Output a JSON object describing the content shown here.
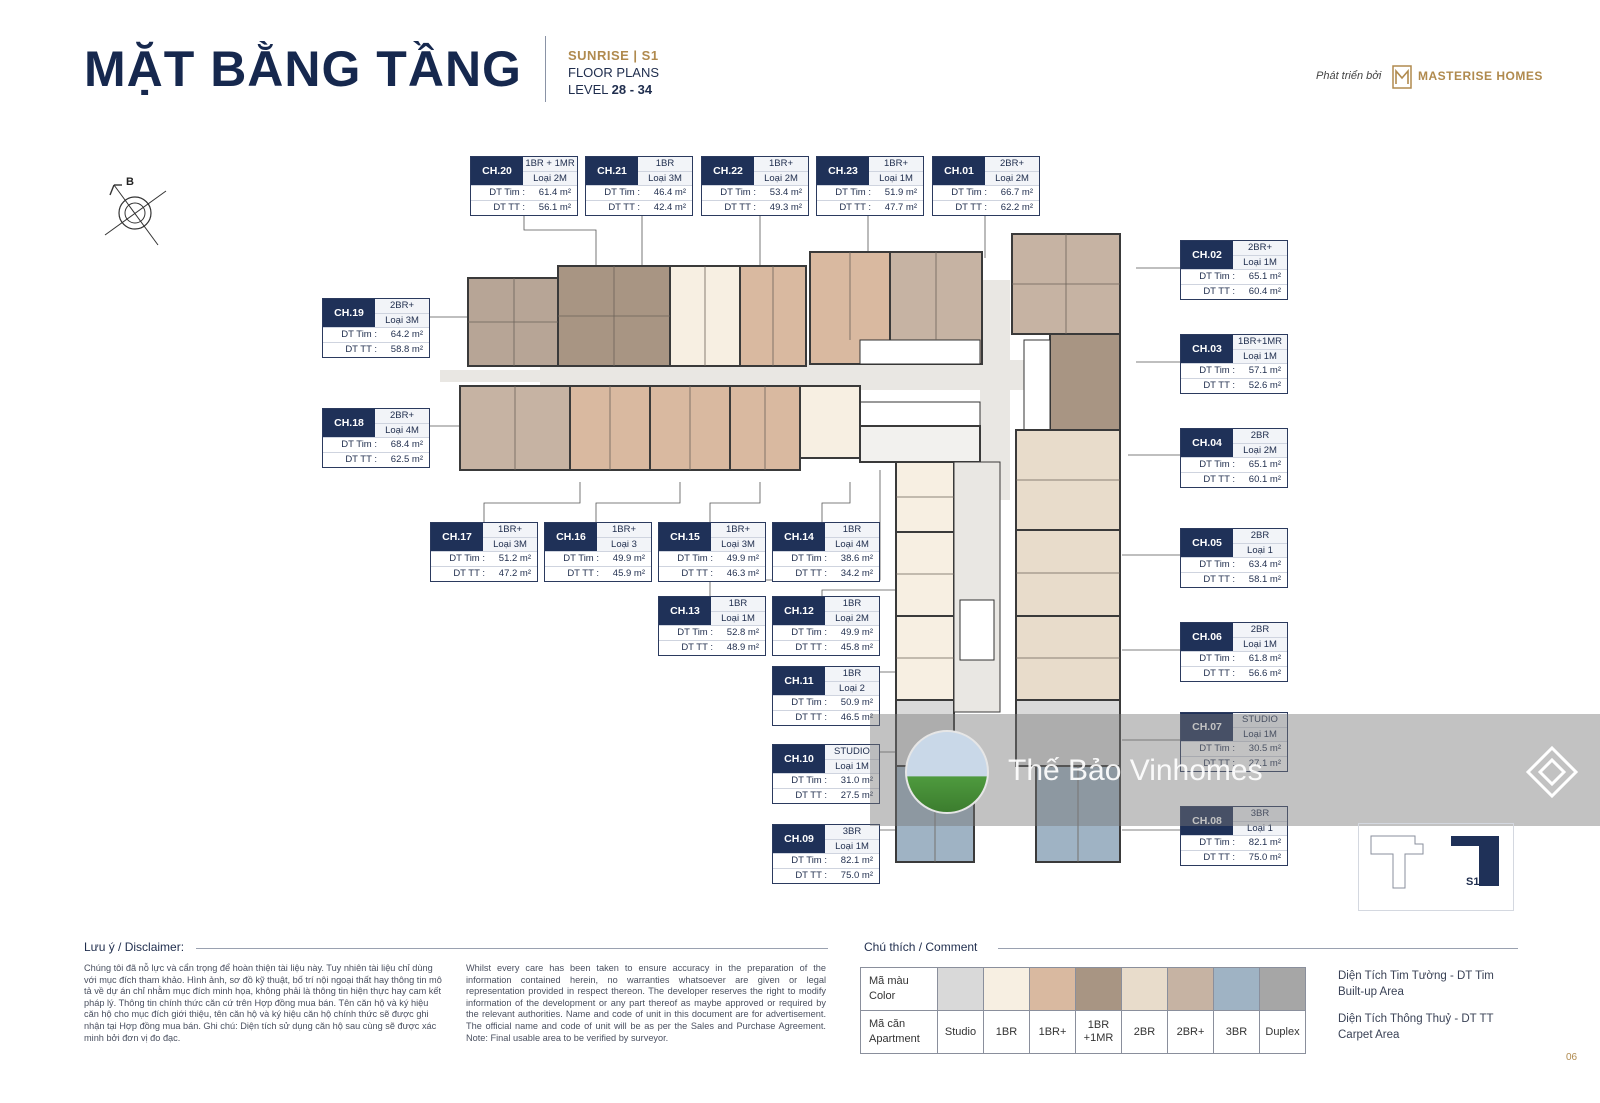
{
  "header": {
    "title": "MẶT BẰNG TẦNG",
    "subtitle1": "SUNRISE | S1",
    "subtitle2": "FLOOR PLANS",
    "level_prefix": "LEVEL",
    "level_range": "28 - 34",
    "developed_by": "Phát triển bởi",
    "developer": "MASTERISE HOMES"
  },
  "compass": {
    "north_label": "B"
  },
  "apartments": [
    {
      "code": "CH.20",
      "type": "1BR + 1MR",
      "variant": "Loại 2M",
      "builtup": "61.4 m²",
      "carpet": "56.1 m²"
    },
    {
      "code": "CH.21",
      "type": "1BR",
      "variant": "Loại 3M",
      "builtup": "46.4 m²",
      "carpet": "42.4 m²"
    },
    {
      "code": "CH.22",
      "type": "1BR+",
      "variant": "Loại 2M",
      "builtup": "53.4 m²",
      "carpet": "49.3 m²"
    },
    {
      "code": "CH.23",
      "type": "1BR+",
      "variant": "Loại 1M",
      "builtup": "51.9 m²",
      "carpet": "47.7 m²"
    },
    {
      "code": "CH.01",
      "type": "2BR+",
      "variant": "Loại 2M",
      "builtup": "66.7 m²",
      "carpet": "62.2 m²"
    },
    {
      "code": "CH.19",
      "type": "2BR+",
      "variant": "Loại 3M",
      "builtup": "64.2 m²",
      "carpet": "58.8 m²"
    },
    {
      "code": "CH.18",
      "type": "2BR+",
      "variant": "Loại 4M",
      "builtup": "68.4 m²",
      "carpet": "62.5 m²"
    },
    {
      "code": "CH.17",
      "type": "1BR+",
      "variant": "Loại 3M",
      "builtup": "51.2 m²",
      "carpet": "47.2 m²"
    },
    {
      "code": "CH.16",
      "type": "1BR+",
      "variant": "Loại 3",
      "builtup": "49.9 m²",
      "carpet": "45.9 m²"
    },
    {
      "code": "CH.15",
      "type": "1BR+",
      "variant": "Loại 3M",
      "builtup": "49.9 m²",
      "carpet": "46.3 m²"
    },
    {
      "code": "CH.14",
      "type": "1BR",
      "variant": "Loại 4M",
      "builtup": "38.6 m²",
      "carpet": "34.2 m²"
    },
    {
      "code": "CH.13",
      "type": "1BR",
      "variant": "Loại 1M",
      "builtup": "52.8 m²",
      "carpet": "48.9 m²"
    },
    {
      "code": "CH.12",
      "type": "1BR",
      "variant": "Loại 2M",
      "builtup": "49.9 m²",
      "carpet": "45.8 m²"
    },
    {
      "code": "CH.11",
      "type": "1BR",
      "variant": "Loại 2",
      "builtup": "50.9 m²",
      "carpet": "46.5 m²"
    },
    {
      "code": "CH.10",
      "type": "STUDIO",
      "variant": "Loại 1M",
      "builtup": "31.0 m²",
      "carpet": "27.5 m²"
    },
    {
      "code": "CH.09",
      "type": "3BR",
      "variant": "Loại 1M",
      "builtup": "82.1 m²",
      "carpet": "75.0 m²"
    },
    {
      "code": "CH.02",
      "type": "2BR+",
      "variant": "Loại 1M",
      "builtup": "65.1 m²",
      "carpet": "60.4 m²"
    },
    {
      "code": "CH.03",
      "type": "1BR+1MR",
      "variant": "Loại 1M",
      "builtup": "57.1 m²",
      "carpet": "52.6 m²"
    },
    {
      "code": "CH.04",
      "type": "2BR",
      "variant": "Loại 2M",
      "builtup": "65.1 m²",
      "carpet": "60.1 m²"
    },
    {
      "code": "CH.05",
      "type": "2BR",
      "variant": "Loại 1",
      "builtup": "63.4 m²",
      "carpet": "58.1 m²"
    },
    {
      "code": "CH.06",
      "type": "2BR",
      "variant": "Loại 1M",
      "builtup": "61.8 m²",
      "carpet": "56.6 m²"
    },
    {
      "code": "CH.07",
      "type": "STUDIO",
      "variant": "Loại 1M",
      "builtup": "30.5 m²",
      "carpet": "27.1 m²"
    },
    {
      "code": "CH.08",
      "type": "3BR",
      "variant": "Loại 1",
      "builtup": "82.1 m²",
      "carpet": "75.0 m²"
    }
  ],
  "tag_labels": {
    "builtup_key": "DT Tim :",
    "carpet_key": "DT TT :"
  },
  "watermark": {
    "text": "Thế Bảo Vinhomes"
  },
  "keyplan": {
    "label": "S1"
  },
  "disclaimer": {
    "title": "Lưu ý / Disclaimer:",
    "vi": "Chúng tôi đã nỗ lực và cẩn trọng để hoàn thiện tài liệu này. Tuy nhiên tài liệu chỉ dùng với mục đích tham khảo. Hình ảnh, sơ đồ kỹ thuật, bố trí nội ngoại thất hay thông tin mô tả về dự án chỉ nhằm mục đích minh họa, không phải là thông tin hiện thực hay cam kết pháp lý. Thông tin chính thức căn cứ trên Hợp đồng mua bán. Tên căn hộ và ký hiệu căn hộ cho mục đích giới thiệu, tên căn hộ và ký hiệu căn hộ chính thức sẽ được ghi nhận tại Hợp đồng mua bán. Ghi chú: Diện tích sử dụng căn hộ sau cùng sẽ được xác minh bởi đơn vị đo đạc.",
    "en": "Whilst every care has been taken to ensure accuracy in the preparation of the information contained herein, no warranties whatsoever are given or legal representation provided in respect thereon. The developer reserves the right to modify information of the development or any part thereof as maybe approved or required by the relevant authorities. Name and code of unit in this document are for advertisement. The official name and code of unit will be as per the Sales and Purchase Agreement. Note: Final usable area to be verified by surveyor."
  },
  "legend": {
    "title": "Chú thích / Comment",
    "color_label_1": "Mã màu",
    "color_label_2": "Color",
    "apt_label_1": "Mã căn",
    "apt_label_2": "Apartment",
    "items": [
      {
        "name": "Studio",
        "color": "#d9d9d9"
      },
      {
        "name": "1BR",
        "color": "#f7efe2"
      },
      {
        "name": "1BR+",
        "color": "#d9b9a0"
      },
      {
        "name": "1BR +1MR",
        "color": "#a89583"
      },
      {
        "name": "2BR",
        "color": "#e8dccb"
      },
      {
        "name": "2BR+",
        "color": "#c6b3a3"
      },
      {
        "name": "3BR",
        "color": "#9fb3c4"
      },
      {
        "name": "Duplex",
        "color": "#a6a6a6"
      }
    ]
  },
  "area_notes": {
    "builtup_vi": "Diện Tích Tim Tường - DT Tim",
    "builtup_en": "Built-up Area",
    "carpet_vi": "Diện Tích Thông Thuỷ - DT TT",
    "carpet_en": "Carpet Area"
  },
  "page_number": "06"
}
